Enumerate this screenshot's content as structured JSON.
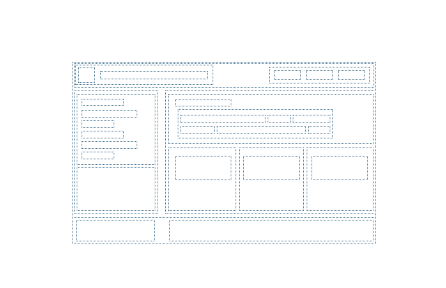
{
  "wireframe": {
    "stroke_color": "#3f6d8c",
    "border_style": "dotted",
    "header": {
      "action_buttons": 3
    },
    "sidebar": {
      "list_items": 6
    },
    "main": {
      "table_rows": 2,
      "cards": 3
    }
  }
}
